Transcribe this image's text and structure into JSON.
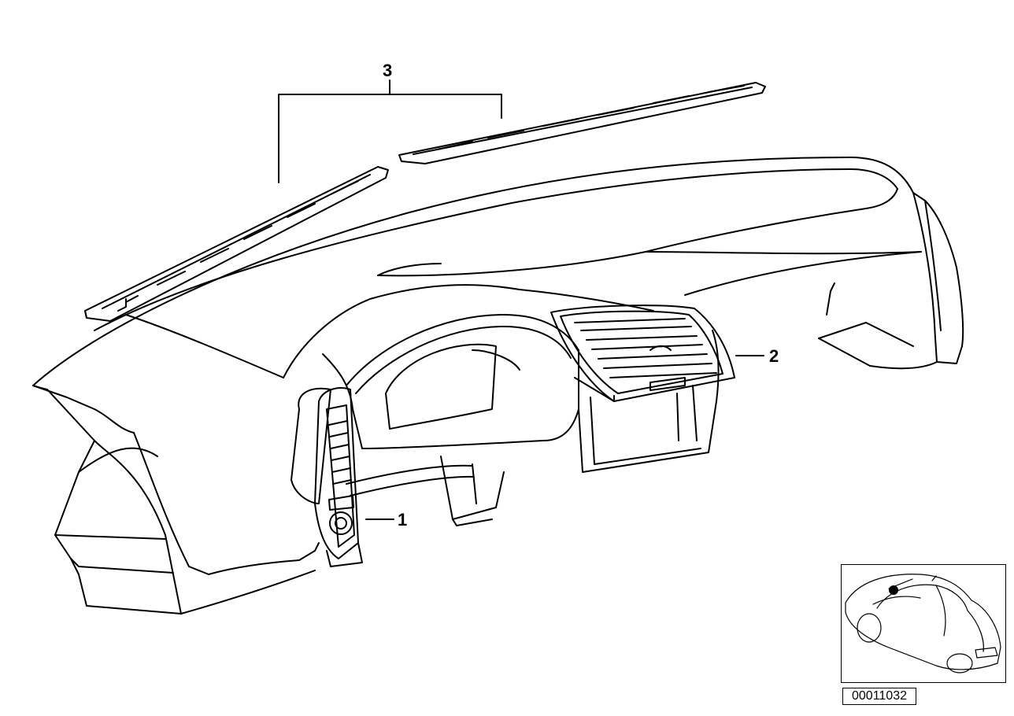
{
  "callouts": {
    "part1": "1",
    "part2": "2",
    "part3": "3"
  },
  "reference_code": "00011032",
  "thumbnail": {
    "icon": "car-location-icon",
    "marker_color": "#000000"
  }
}
